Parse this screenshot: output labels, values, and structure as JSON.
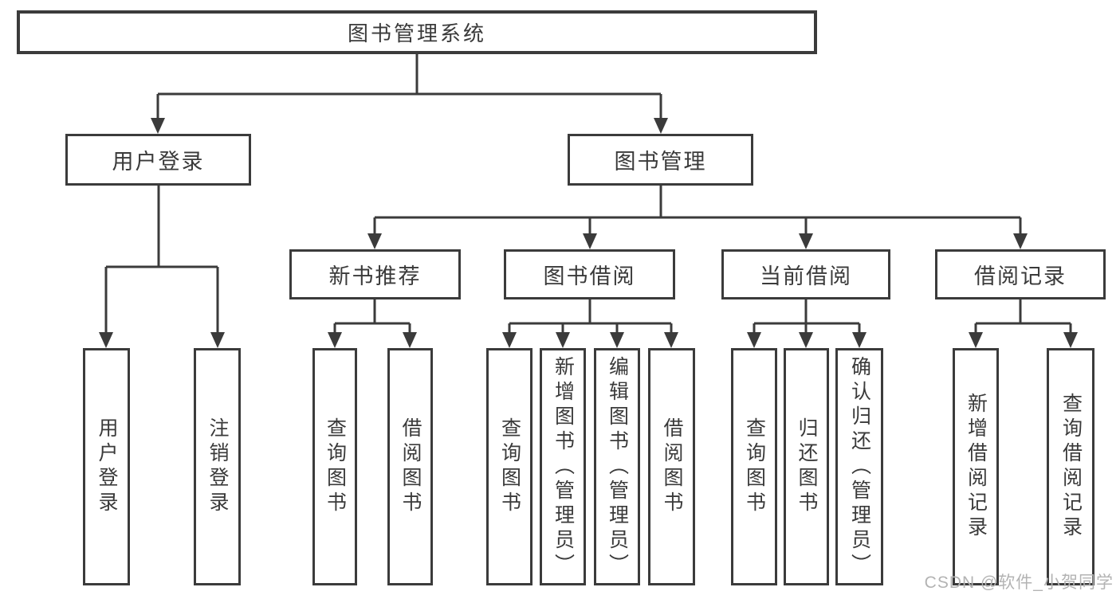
{
  "diagram": {
    "title": "图书管理系统",
    "branches": [
      {
        "label": "用户登录",
        "children": [
          {
            "label": "用户登录"
          },
          {
            "label": "注销登录"
          }
        ]
      },
      {
        "label": "图书管理",
        "sections": [
          {
            "label": "新书推荐",
            "children": [
              {
                "label": "查询图书"
              },
              {
                "label": "借阅图书"
              }
            ]
          },
          {
            "label": "图书借阅",
            "children": [
              {
                "label": "查询图书"
              },
              {
                "label": "新增图书（管理员）"
              },
              {
                "label": "编辑图书（管理员）"
              },
              {
                "label": "借阅图书"
              }
            ]
          },
          {
            "label": "当前借阅",
            "children": [
              {
                "label": "查询图书"
              },
              {
                "label": "归还图书"
              },
              {
                "label": "确认归还（管理员）"
              }
            ]
          },
          {
            "label": "借阅记录",
            "children": [
              {
                "label": "新增借阅记录"
              },
              {
                "label": "查询借阅记录"
              }
            ]
          }
        ]
      }
    ]
  },
  "watermark": "CSDN @软件_小贺同学",
  "colors": {
    "line": "#3b3b3b",
    "text": "#3a3a3a",
    "watermark": "#b3b3b3",
    "background": "#ffffff"
  }
}
